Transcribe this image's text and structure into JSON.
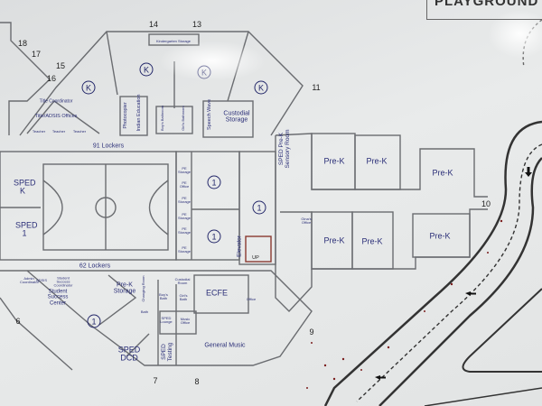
{
  "playground_label": "PLAYGROUND",
  "colors": {
    "label_text": "#2b2f78",
    "walls": "#5a5c60",
    "background": "#e6e8e8"
  },
  "door_numbers": [
    "18",
    "17",
    "15",
    "16",
    "14",
    "13",
    "11",
    "10",
    "6",
    "7",
    "8",
    "9"
  ],
  "room_markers": {
    "kindergarten": "K",
    "first_grade": "1"
  },
  "rooms": {
    "kindergarten_storage": "Kindergarten Storage",
    "title_coordinator": "Title Coordinator",
    "title_adsis_offices": "Title/ADSIS Offices",
    "teacher": "Teacher",
    "photocopier": "Photocopier",
    "indian_education": "Indian Education",
    "boys_bathroom": "Boy's Bathroom",
    "girls_bathroom": "Girl's Bathroom",
    "speech_wave": "Speech Wave",
    "custodial_storage": "Custodial Storage",
    "lockers_91": "91 Lockers",
    "lockers_62": "62 Lockers",
    "sped_k": "SPED K",
    "sped_1": "SPED 1",
    "pe_storage": "PE Storage",
    "pe_office": "PE Office",
    "elevator": "Elevator",
    "up": "UP",
    "sped_prek_sensory": "SPED Pre-K Sensory Room",
    "prek": "Pre-K",
    "ginas_office": "Gina's Office",
    "admin_coordinator": "Admin Coordinator",
    "adsis": "ADSIS",
    "student_success_coordinator": "Student Success Coordinator",
    "student_success_center": "Student Success Center",
    "prek_storage": "Pre-K Storage",
    "changing_room": "Changing Room",
    "bath": "Bath",
    "custodial_room": "Custodial Room",
    "boys_bath": "Boy's Bath",
    "girls_bath": "Girl's Bath",
    "ecfe": "ECFE",
    "sped_lounge": "SPED Lounge",
    "music_office": "Music Office",
    "sped_testing": "SPED Testing",
    "sped_dcd": "SPED DCD",
    "general_music": "General Music",
    "office": "Office"
  }
}
